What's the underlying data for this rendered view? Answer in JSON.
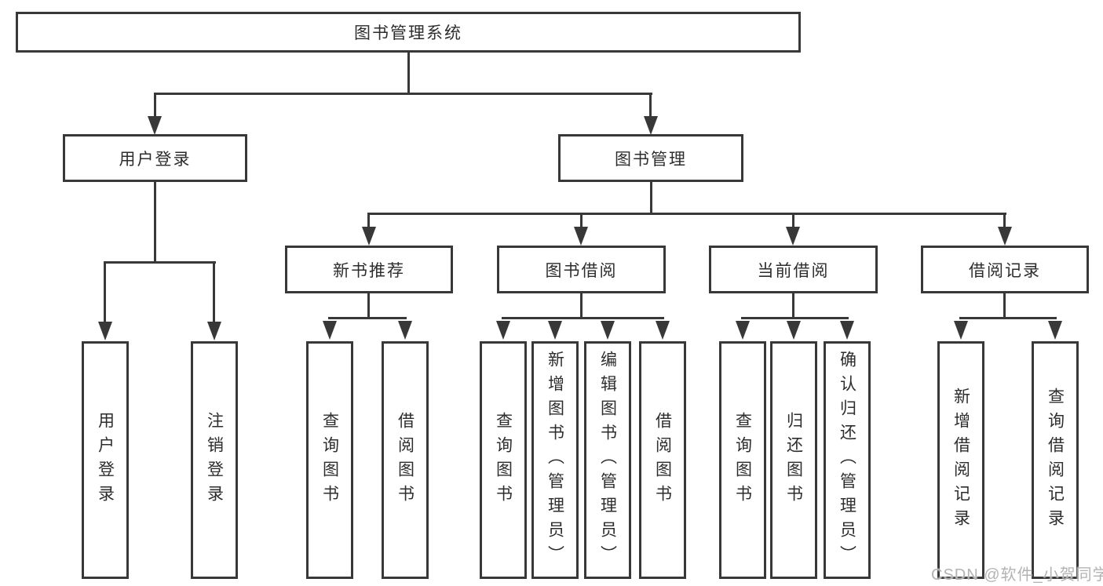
{
  "diagram": {
    "root": {
      "label": "图书管理系统"
    },
    "level2": [
      {
        "label": "用户登录"
      },
      {
        "label": "图书管理"
      }
    ],
    "level3": [
      {
        "label": "新书推荐"
      },
      {
        "label": "图书借阅"
      },
      {
        "label": "当前借阅"
      },
      {
        "label": "借阅记录"
      }
    ],
    "leaves": [
      {
        "label": "用户登录"
      },
      {
        "label": "注销登录"
      },
      {
        "label": "查询图书"
      },
      {
        "label": "借阅图书"
      },
      {
        "label": "查询图书"
      },
      {
        "label": "新增图书（管理员）"
      },
      {
        "label": "编辑图书（管理员）"
      },
      {
        "label": "借阅图书"
      },
      {
        "label": "查询图书"
      },
      {
        "label": "归还图书"
      },
      {
        "label": "确认归还（管理员）"
      },
      {
        "label": "新增借阅记录"
      },
      {
        "label": "查询借阅记录"
      }
    ]
  },
  "watermark": "CSDN @软件_小贺同学",
  "colors": {
    "line": "#383838",
    "text": "#2d2d2d",
    "watermark": "#b3b3b3",
    "background": "#ffffff"
  }
}
